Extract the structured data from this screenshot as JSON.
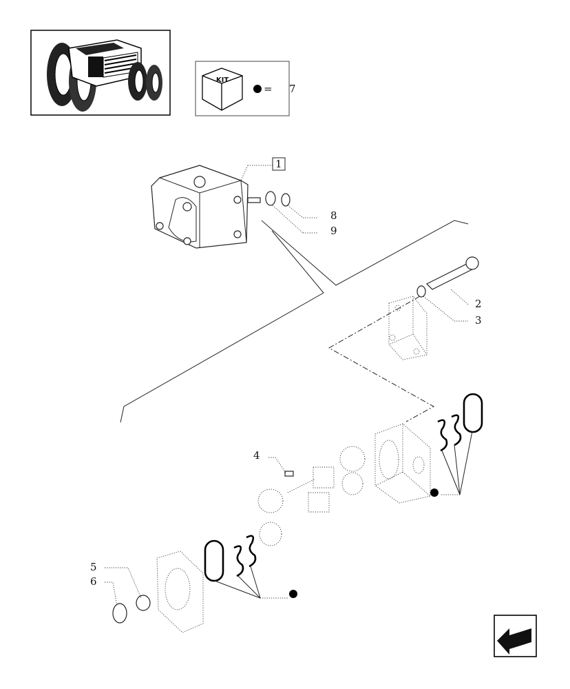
{
  "kit_box": {
    "badge": "KIT",
    "equals": "=",
    "ref": "7"
  },
  "callouts": {
    "c1": "1",
    "c2": "2",
    "c3": "3",
    "c4": "4",
    "c5": "5",
    "c6": "6",
    "c8": "8",
    "c9": "9"
  },
  "icons": {
    "tractor": "tractor-thumbnail-icon",
    "kit": "kit-cube-icon",
    "nav": "back-arrow-icon"
  }
}
